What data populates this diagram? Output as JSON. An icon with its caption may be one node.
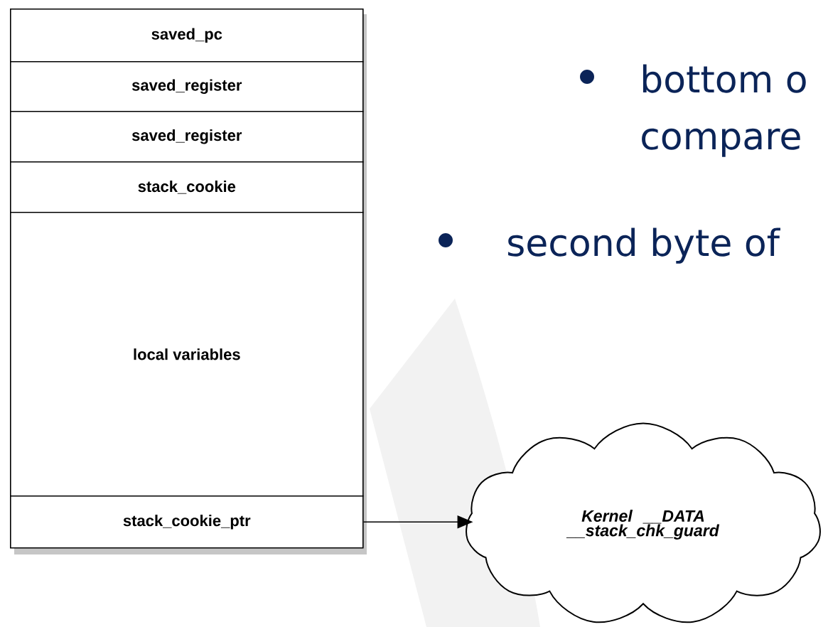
{
  "diagram": {
    "nodes": [
      {
        "text": [
          "saved_pc"
        ]
      },
      {
        "text": [
          "saved_register"
        ]
      },
      {
        "text": [
          "saved_register"
        ]
      },
      {
        "text": [
          "stack_cookie"
        ]
      },
      {
        "text": [
          "local variables"
        ]
      },
      {
        "text": [
          "stack_cookie_ptr"
        ]
      },
      {
        "text": [
          "Kernel __DATA __stack_chk_guard"
        ]
      }
    ],
    "edges": [
      {
        "from": 5,
        "to": 6,
        "arrow": "to"
      }
    ],
    "labels": [
      "bottom o",
      "compare",
      "second byte of"
    ]
  }
}
